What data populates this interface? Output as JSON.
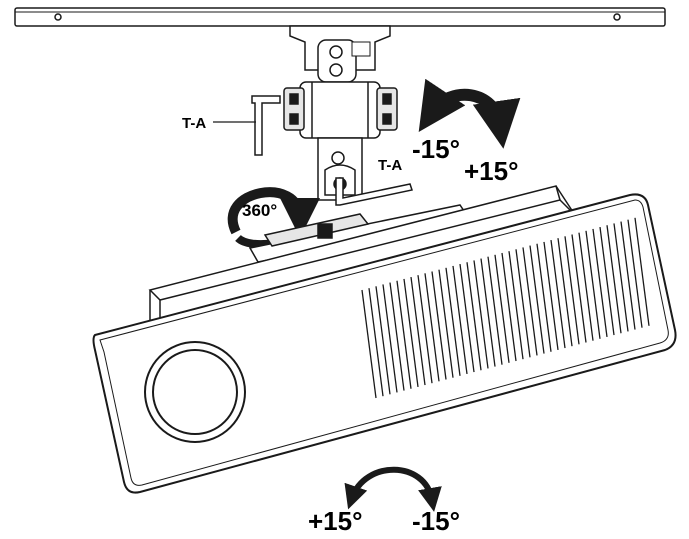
{
  "labels": {
    "ta_left": "T-A",
    "ta_right": "T-A",
    "rotation": "360°",
    "tilt_minus": "-15°",
    "tilt_plus": "+15°",
    "swivel_plus": "+15°",
    "swivel_minus": "-15°"
  },
  "colors": {
    "line": "#1a1a1a",
    "fill_light": "#ffffff",
    "fill_gray": "#e6e6e6",
    "arrow": "#1a1a1a"
  },
  "icons": {
    "tilt_arrow": "curved-arrow-clockwise",
    "rotation_arrow": "circular-arrow",
    "swivel_arrow": "double-headed-curved-arrow"
  }
}
